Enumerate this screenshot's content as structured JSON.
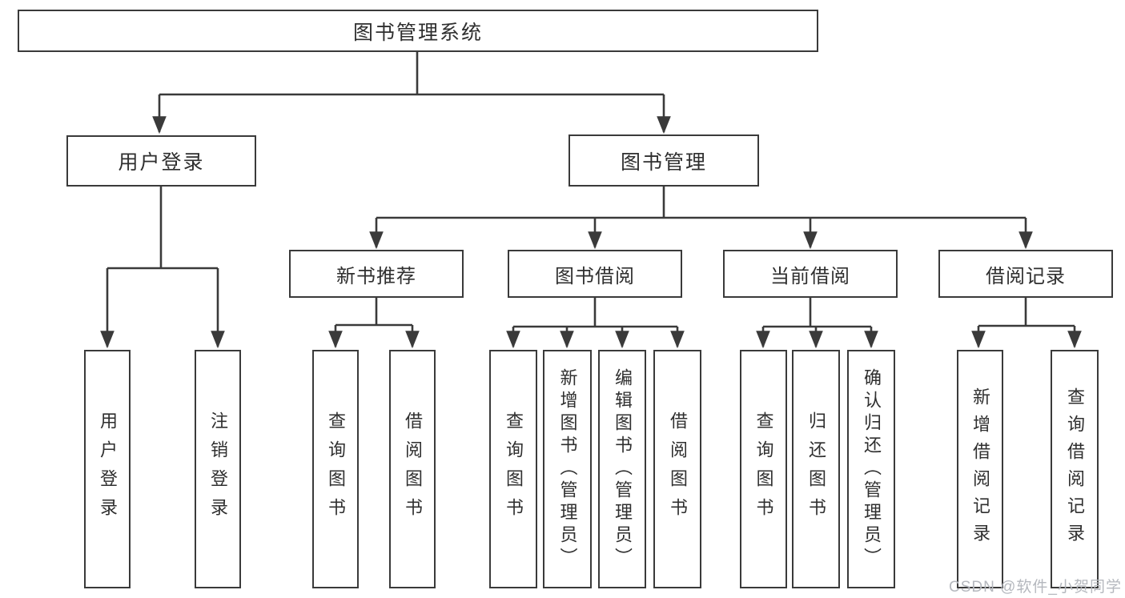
{
  "diagram_type": "hierarchy-tree",
  "colors": {
    "background": "#ffffff",
    "line_and_border": "#3a3a3a",
    "text": "#2f2f2f",
    "watermark": "#b5b8be"
  },
  "tree": {
    "label": "图书管理系统",
    "children": [
      {
        "label": "用户登录",
        "children": [
          {
            "label": "用户登录"
          },
          {
            "label": "注销登录"
          }
        ]
      },
      {
        "label": "图书管理",
        "children": [
          {
            "label": "新书推荐",
            "children": [
              {
                "label": "查询图书"
              },
              {
                "label": "借阅图书"
              }
            ]
          },
          {
            "label": "图书借阅",
            "children": [
              {
                "label": "查询图书"
              },
              {
                "label": "新增图书（管理员）"
              },
              {
                "label": "编辑图书（管理员）"
              },
              {
                "label": "借阅图书"
              }
            ]
          },
          {
            "label": "当前借阅",
            "children": [
              {
                "label": "查询图书"
              },
              {
                "label": "归还图书"
              },
              {
                "label": "确认归还（管理员）"
              }
            ]
          },
          {
            "label": "借阅记录",
            "children": [
              {
                "label": "新增借阅记录"
              },
              {
                "label": "查询借阅记录"
              }
            ]
          }
        ]
      }
    ]
  },
  "watermark": {
    "text": "CSDN @软件_小贺同学"
  }
}
